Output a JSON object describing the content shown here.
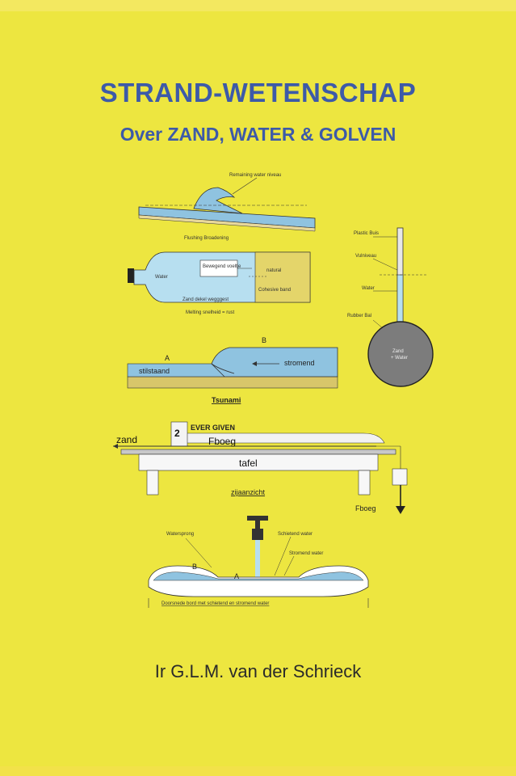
{
  "cover": {
    "title": "STRAND-WETENSCHAP",
    "subtitle": "Over ZAND, WATER & GOLVEN",
    "author": "Ir G.L.M. van der Schrieck"
  },
  "diagram1": {
    "label_top": "Remaining water niveau",
    "label_bottom": "Flushing Broadening"
  },
  "diagram2": {
    "water": "Water",
    "box": "Bewegend voeltje",
    "right_top": "natural",
    "right_mid": "Cohesive band",
    "bottom1": "Zand dekel wegggest",
    "bottom2": "Melting snelheid = rust"
  },
  "diagram3": {
    "plastic": "Plastic Buis",
    "vulniveau": "Vulniveau",
    "water": "Water",
    "rubber": "Rubber Bal",
    "ball_line1": "Zand",
    "ball_line2": "+ Water"
  },
  "diagram4": {
    "a": "A",
    "b": "B",
    "stilstaand": "stilstaand",
    "stromend": "stromend",
    "caption": "Tsunami"
  },
  "diagram5": {
    "weight": "2",
    "ship": "EVER GIVEN",
    "zand": "zand",
    "fboeg": "Fboeg",
    "tafel": "tafel",
    "caption": "zijaanzicht",
    "fboeg2": "Fboeg"
  },
  "diagram6": {
    "watersprong": "Watersprong",
    "schietend": "Schietend water",
    "stromend": "Stromend water",
    "b": "B",
    "a": "A",
    "caption": "Doorsnede bord met schietend en stromend water"
  }
}
